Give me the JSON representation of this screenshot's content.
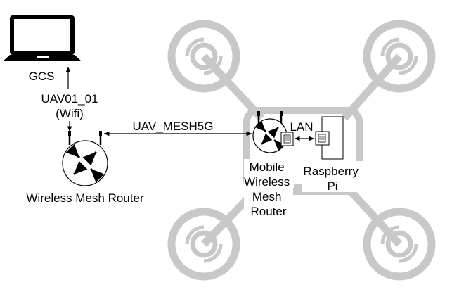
{
  "labels": {
    "gcs": "GCS",
    "wifi_ssid": "UAV01_01",
    "wifi_type": "(Wifi)",
    "mesh_ssid": "UAV_MESH5G",
    "ground_router": "Wireless Mesh Router",
    "lan": "LAN",
    "mobile_router_lines": [
      "Mobile",
      "Wireless",
      "Mesh",
      "Router"
    ],
    "raspberry_lines": [
      "Raspberry",
      "Pi"
    ]
  },
  "colors": {
    "drone_frame": "#c8c8c8",
    "line": "#000000",
    "background": "#ffffff"
  },
  "icons": {
    "gcs": "laptop-icon",
    "ground_router": "router-icon",
    "mobile_router": "router-icon",
    "router_port": "ethernet-port-icon",
    "pi_port": "ethernet-port-icon",
    "raspberry_pi": "board-icon"
  }
}
